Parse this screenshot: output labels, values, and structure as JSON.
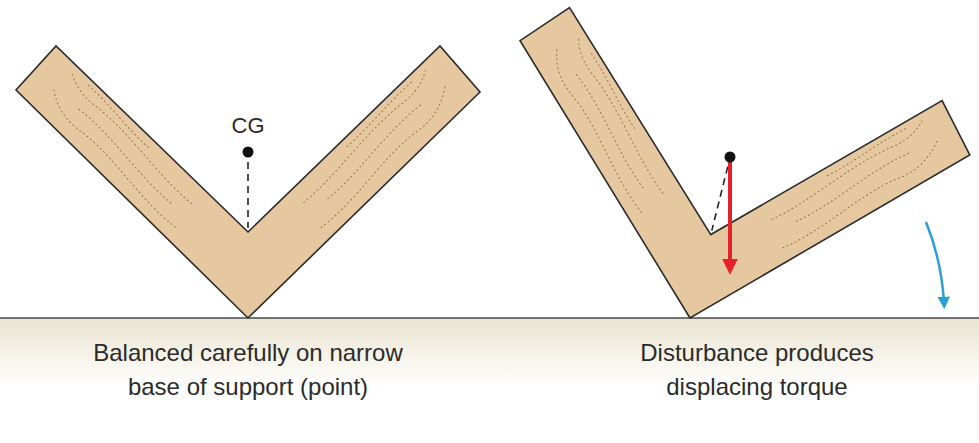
{
  "diagram": {
    "labels": [
      "CG",
      "Balanced carefully on narrow base of support (point)",
      "Disturbance produces displacing torque"
    ]
  }
}
